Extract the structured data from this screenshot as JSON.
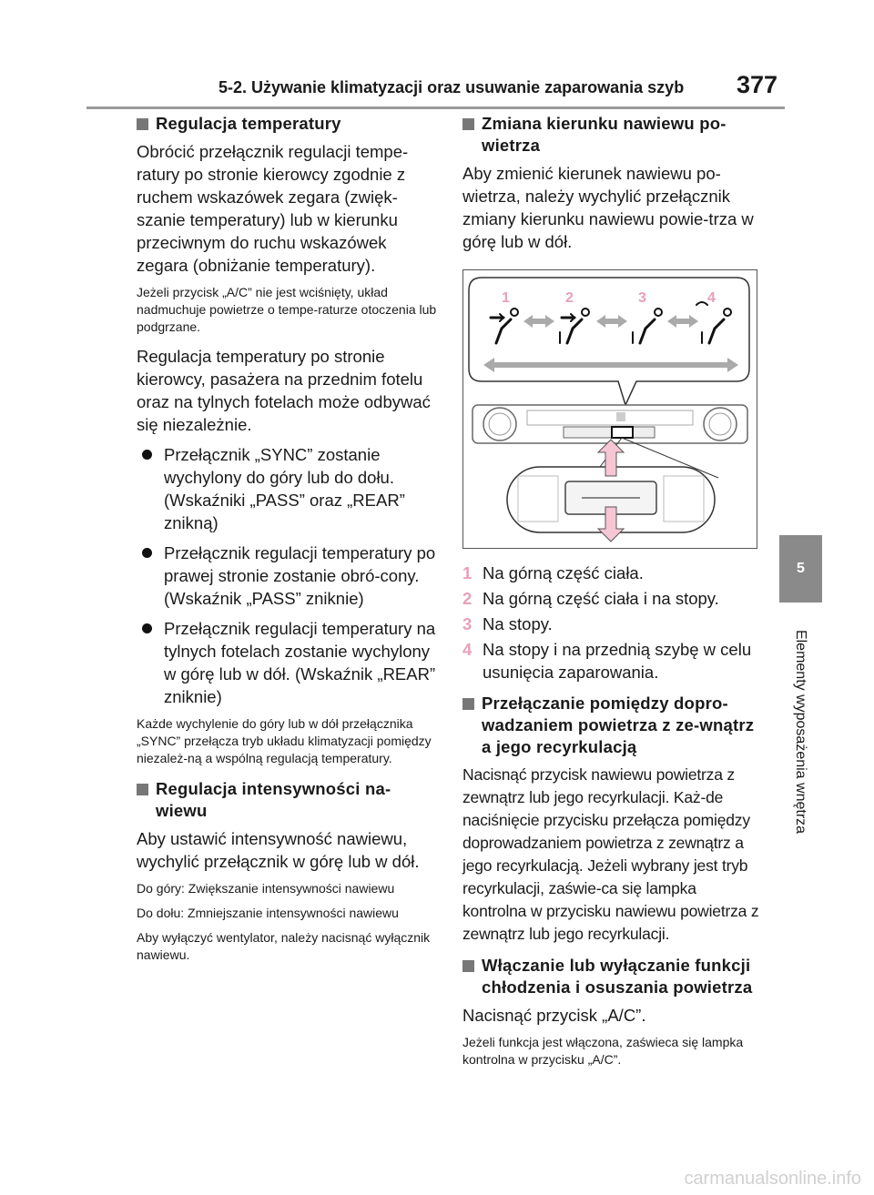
{
  "header": {
    "title": "5-2. Używanie klimatyzacji oraz usuwanie zaparowania szyb",
    "page_number": "377"
  },
  "side_tab": {
    "number": "5",
    "label": "Elementy wyposażenia wnętrza"
  },
  "left": {
    "h1": "Regulacja temperatury",
    "p1": "Obrócić przełącznik regulacji tempe-ratury po stronie kierowcy zgodnie z ruchem wskazówek zegara (zwięk-szanie temperatury) lub w kierunku przeciwnym do ruchu wskazówek zegara (obniżanie temperatury).",
    "s1": "Jeżeli przycisk „A/C” nie jest wciśnięty, układ nadmuchuje powietrze o tempe-raturze otoczenia lub podgrzane.",
    "p2": "Regulacja temperatury po stronie kierowcy, pasażera na przednim fotelu oraz na tylnych fotelach może odbywać się niezależnie.",
    "b1": "Przełącznik „SYNC” zostanie wychylony do góry lub do dołu. (Wskaźniki „PASS” oraz „REAR” znikną)",
    "b2": "Przełącznik regulacji temperatury po prawej stronie zostanie obró-cony. (Wskaźnik „PASS” zniknie)",
    "b3": "Przełącznik regulacji temperatury na tylnych fotelach zostanie wychylony w górę lub w dół. (Wskaźnik „REAR” zniknie)",
    "s2": "Każde wychylenie do góry lub w dół przełącznika „SYNC” przełącza tryb układu klimatyzacji pomiędzy niezależ-ną a wspólną regulacją temperatury.",
    "h2": "Regulacja intensywności na-wiewu",
    "p3": "Aby ustawić intensywność nawiewu, wychylić przełącznik w górę lub w dół.",
    "s3": "Do góry: Zwiększanie intensywności nawiewu",
    "s4": "Do dołu: Zmniejszanie intensywności nawiewu",
    "s5": "Aby wyłączyć wentylator, należy nacisnąć wyłącznik nawiewu."
  },
  "right": {
    "h1": "Zmiana kierunku nawiewu po-wietrza",
    "p1": "Aby zmienić kierunek nawiewu po-wietrza, należy wychylić przełącznik zmiany kierunku nawiewu powie-trza w górę lub w dół.",
    "figure": {
      "labels": [
        "1",
        "2",
        "3",
        "4"
      ]
    },
    "items": [
      {
        "n": "1",
        "text": "Na górną część ciała."
      },
      {
        "n": "2",
        "text": "Na górną część ciała i na stopy."
      },
      {
        "n": "3",
        "text": "Na stopy."
      },
      {
        "n": "4",
        "text": "Na stopy i na przednią szybę w celu usunięcia zaparowania."
      }
    ],
    "h2": "Przełączanie pomiędzy dopro-wadzaniem powietrza z ze-wnątrz a jego recyrkulacją",
    "p2": "Nacisnąć przycisk nawiewu powietrza z zewnątrz lub jego recyrkulacji. Każ-de naciśnięcie przycisku przełącza pomiędzy doprowadzaniem powietrza z zewnątrz a jego recyrkulacją. Jeżeli wybrany jest tryb recyrkulacji, zaświe-ca się lampka kontrolna w przycisku nawiewu powietrza z zewnątrz lub jego recyrkulacji.",
    "h3": "Włączanie lub wyłączanie funkcji chłodzenia i osuszania powietrza",
    "p3": "Nacisnąć przycisk „A/C”.",
    "s1": "Jeżeli funkcja jest włączona, zaświeca się lampka kontrolna w przycisku „A/C”."
  },
  "watermark": "carmanualsonline.info",
  "colors": {
    "accent_number": "#e8a0b8",
    "rule": "#9a9a9a",
    "tab": "#8a8a8a"
  }
}
